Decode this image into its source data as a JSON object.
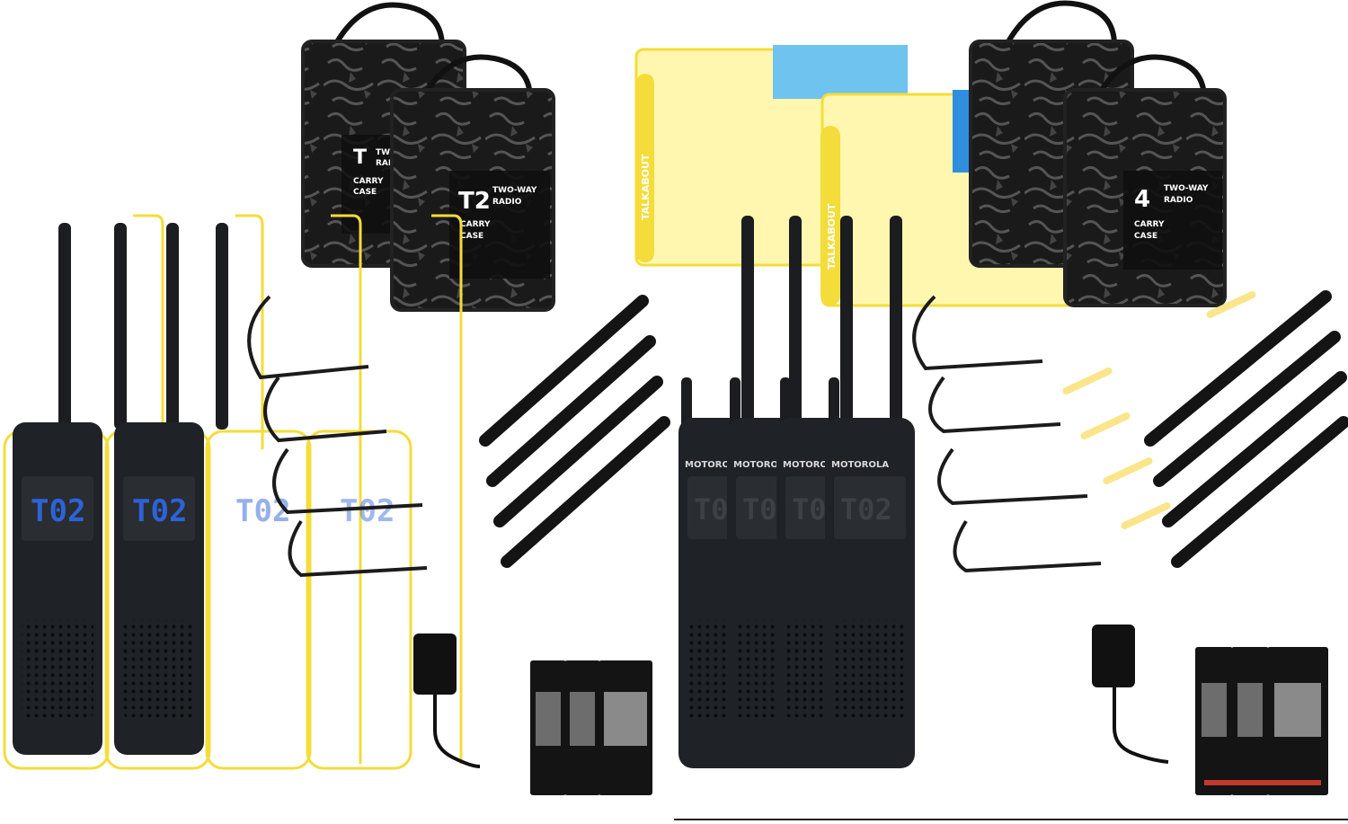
{
  "image": {
    "subject": "Two walkie-talkie bundle kits (yellow-accent set and black set)",
    "palette": {
      "background": "#ffffff",
      "radio_body": "#1f2226",
      "radio_dark": "#0e1012",
      "accent_yellow": "#f4dc3a",
      "lcd_blue": "#2d63d8",
      "lcd_dark": "#2a2d31",
      "case_dark": "#141414",
      "card_yellow": "#fbee6a",
      "card_blue": "#2f8fde"
    }
  },
  "left_kit": {
    "case_front": {
      "model": "T2",
      "lines": [
        "TWO-WAY",
        "RADIO",
        "CARRY",
        "CASE"
      ]
    },
    "case_back": {
      "model": "T",
      "lines": [
        "TWO-WAY",
        "RADIO",
        "CARRY",
        "CASE"
      ]
    },
    "radio_display": "T02",
    "card_brand": "TALKABOUT"
  },
  "right_kit": {
    "case_front": {
      "model": "4",
      "lines": [
        "TWO-WAY",
        "RADIO",
        "CARRY",
        "CASE"
      ]
    },
    "radio_brand": "MOTOROLA",
    "radio_display": "T02",
    "card_brand": "TALKABOUT"
  }
}
